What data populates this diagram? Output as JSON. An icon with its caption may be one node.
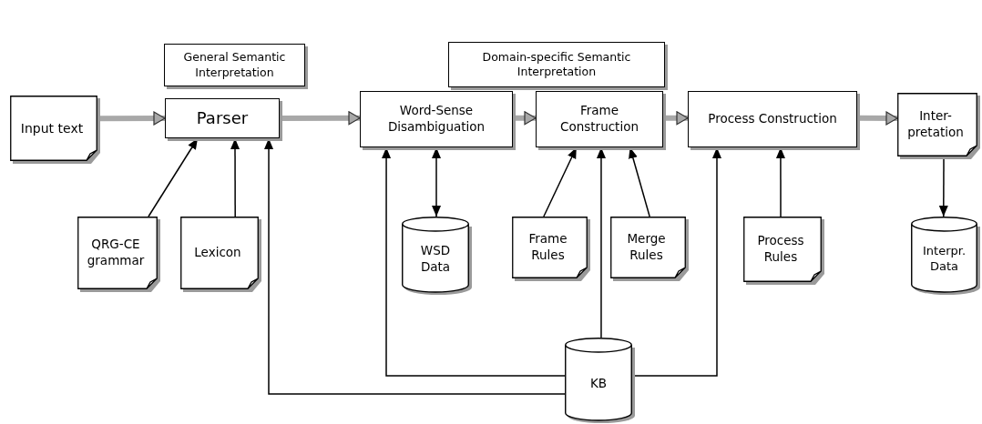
{
  "diagram": {
    "nodes": [
      {
        "text": [
          "General Semantic Interpretation"
        ]
      },
      {
        "text": [
          "Domain-specific Semantic Interpretation"
        ]
      },
      {
        "text": [
          "Input text"
        ]
      },
      {
        "text": [
          "Parser"
        ]
      },
      {
        "text": [
          "Word-Sense Disambiguation"
        ]
      },
      {
        "text": [
          "Frame Construction"
        ]
      },
      {
        "text": [
          "Process Construction"
        ]
      },
      {
        "text": [
          "Inter- pretation"
        ]
      },
      {
        "text": [
          "QRG-CE grammar"
        ]
      },
      {
        "text": [
          "Lexicon"
        ]
      },
      {
        "text": [
          "WSD Data"
        ]
      },
      {
        "text": [
          "Frame Rules"
        ]
      },
      {
        "text": [
          "Merge Rules"
        ]
      },
      {
        "text": [
          "Process Rules"
        ]
      },
      {
        "text": [
          "Interpr. Data"
        ]
      },
      {
        "text": [
          "KB"
        ]
      }
    ],
    "edges": [
      {
        "from": 2,
        "to": 3,
        "arrow": "to",
        "style": "thick",
        "color": "#a8a8a8"
      },
      {
        "from": 3,
        "to": 4,
        "arrow": "to",
        "style": "thick",
        "color": "#a8a8a8"
      },
      {
        "from": 4,
        "to": 5,
        "arrow": "to",
        "style": "thick",
        "color": "#a8a8a8"
      },
      {
        "from": 5,
        "to": 6,
        "arrow": "to",
        "style": "thick",
        "color": "#a8a8a8"
      },
      {
        "from": 6,
        "to": 7,
        "arrow": "to",
        "style": "thick",
        "color": "#a8a8a8"
      },
      {
        "from": 8,
        "to": 3,
        "arrow": "to"
      },
      {
        "from": 9,
        "to": 3,
        "arrow": "to"
      },
      {
        "from": 15,
        "to": 3,
        "arrow": "to"
      },
      {
        "from": 15,
        "to": 4,
        "arrow": "to"
      },
      {
        "from": 4,
        "to": 10,
        "arrow": "both"
      },
      {
        "from": 11,
        "to": 5,
        "arrow": "to"
      },
      {
        "from": 12,
        "to": 5,
        "arrow": "to"
      },
      {
        "from": 15,
        "to": 5,
        "arrow": "to"
      },
      {
        "from": 15,
        "to": 6,
        "arrow": "to"
      },
      {
        "from": 13,
        "to": 6,
        "arrow": "to"
      },
      {
        "from": 7,
        "to": 14,
        "arrow": "to"
      }
    ]
  }
}
